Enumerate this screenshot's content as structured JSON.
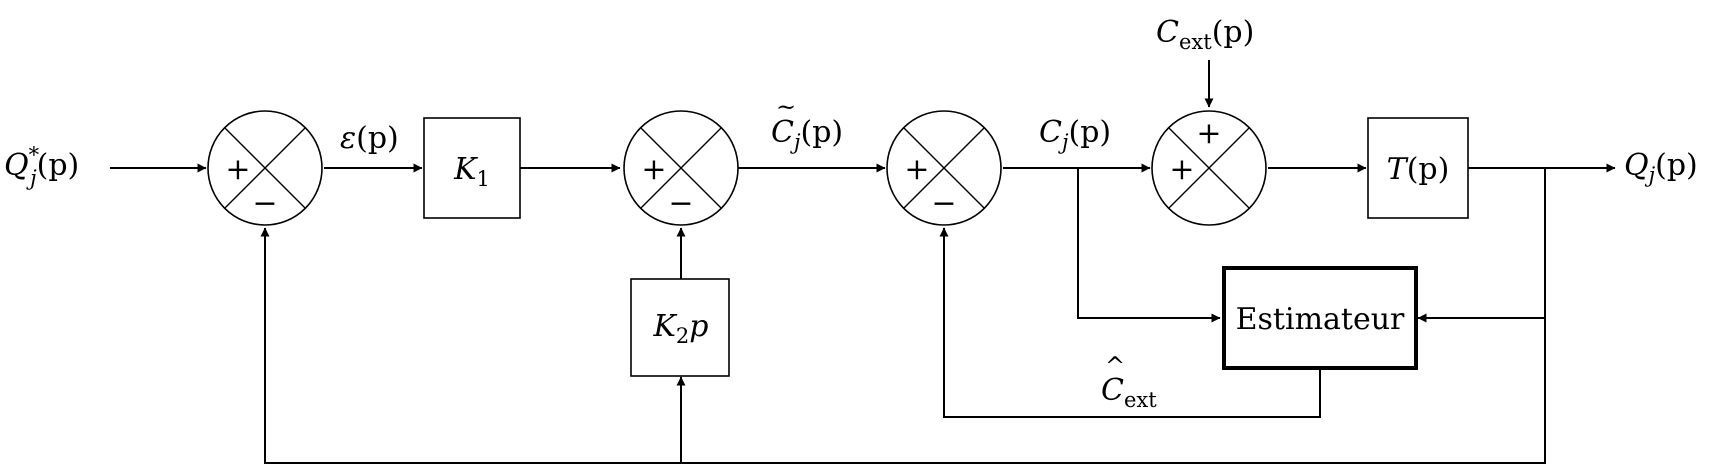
{
  "signals": {
    "qref": {
      "base": "Q",
      "sub": "j",
      "sup": "*",
      "arg": "(p)"
    },
    "eps": {
      "base": "ε",
      "arg": "(p)"
    },
    "ctilde": {
      "accent": "~",
      "base": "C",
      "sub": "j",
      "arg": "(p)"
    },
    "cj": {
      "base": "C",
      "sub": "j",
      "arg": "(p)"
    },
    "cext": {
      "base": "C",
      "sub": "ext",
      "arg": "(p)"
    },
    "qout": {
      "base": "Q",
      "sub": "j",
      "arg": "(p)"
    },
    "chat": {
      "accent": "^",
      "base": "C",
      "sub": "ext"
    }
  },
  "blocks": {
    "k1": {
      "base": "K",
      "sub": "1"
    },
    "k2p": {
      "base": "K",
      "sub": "2",
      "suffix": "p"
    },
    "tp": {
      "base": "T",
      "arg": "(p)"
    },
    "estimator": {
      "label": "Estimateur"
    }
  },
  "summers": {
    "s1": {
      "left": "+",
      "bottom": "−"
    },
    "s2": {
      "left": "+",
      "bottom": "−"
    },
    "s3": {
      "left": "+",
      "bottom": "−"
    },
    "s4": {
      "left": "+",
      "top": "+"
    }
  }
}
